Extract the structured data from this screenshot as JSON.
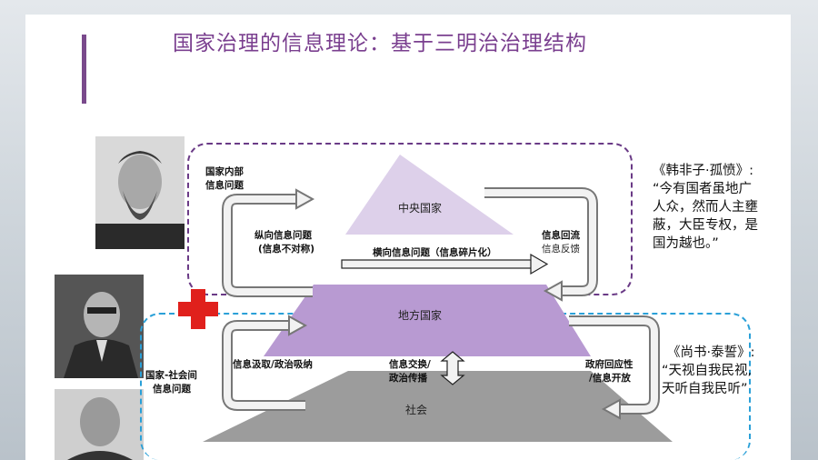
{
  "slide": {
    "title": "国家治理的信息理论：基于三明治治理结构"
  },
  "pyramid": {
    "top_label": "中央国家",
    "mid_label": "地方国家",
    "bottom_label": "社会"
  },
  "labels": {
    "internal_1": "国家内部",
    "internal_2": "信息问题",
    "vertical_1": "纵向信息问题",
    "vertical_2": "(信息不对称)",
    "horizontal": "横向信息问题（信息碎片化）",
    "return_1": "信息回流",
    "return_2": "信息反馈",
    "state_society_1": "国家-社会间",
    "state_society_2": "信息问题",
    "absorb": "信息汲取/政治吸纳",
    "exchange_1": "信息交换/",
    "exchange_2": "政治传播",
    "response_1": "政府回应性",
    "response_2": "/信息开放"
  },
  "quotes": {
    "hanfeizi_title": "《韩非子·孤愤》:",
    "hanfeizi_1": "“今有国者虽地广",
    "hanfeizi_2": "人众，然而人主壅",
    "hanfeizi_3": "蔽，大臣专权，是",
    "hanfeizi_4": "国为越也。”",
    "shangshu_title": "《尚书·泰誓》:",
    "shangshu_1": "“天视自我民视,",
    "shangshu_2": "天听自我民听”"
  },
  "colors": {
    "accent": "#7a3f8f",
    "top_dash": "#6a3a86",
    "bottom_dash": "#2aa0d8",
    "pyr_top": "#ddd0ea",
    "pyr_mid": "#b89ad2",
    "pyr_bottom": "#9a9a9a",
    "cross": "#e0201c"
  }
}
